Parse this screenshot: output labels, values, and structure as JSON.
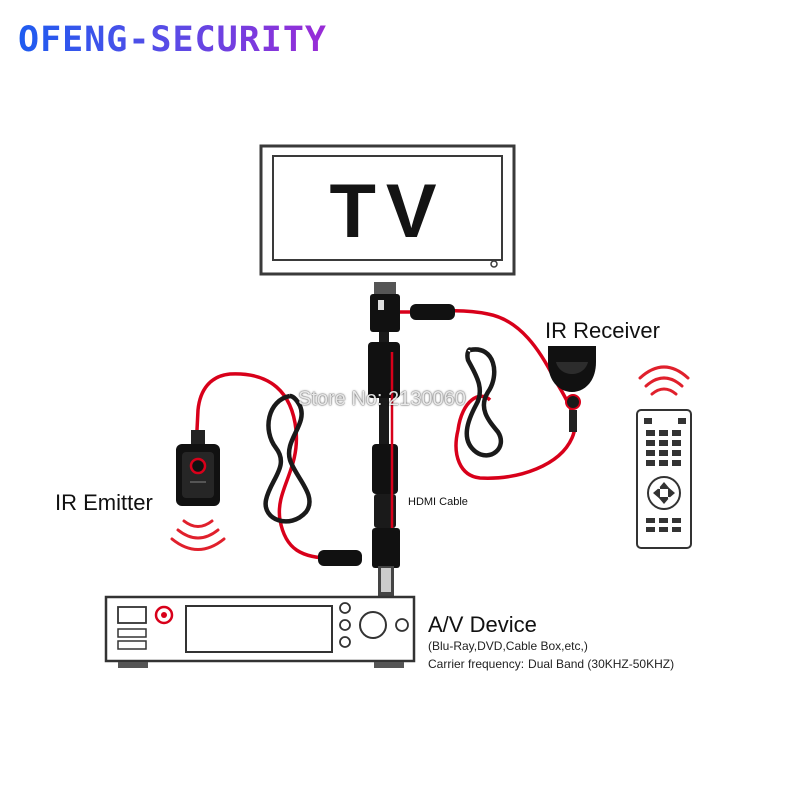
{
  "brand": {
    "text": "OFENG-SECURITY"
  },
  "tv": {
    "label": "TV"
  },
  "ir_receiver": {
    "label": "IR Receiver"
  },
  "ir_emitter": {
    "label": "IR Emitter"
  },
  "hdmi": {
    "label": "HDMI Cable"
  },
  "av_device": {
    "title": "A/V Device",
    "subtitle": "(Blu-Ray,DVD,Cable Box,etc,)",
    "carrier_label": "Carrier frequency:",
    "carrier_value": "Dual Band (30KHZ-50KHZ)"
  },
  "watermark": {
    "text": "Store No: 2130060"
  },
  "colors": {
    "cable_red": "#d8001a",
    "cable_black": "#1a1a1a",
    "signal_red": "#e0202c",
    "device_outline": "#333333"
  }
}
